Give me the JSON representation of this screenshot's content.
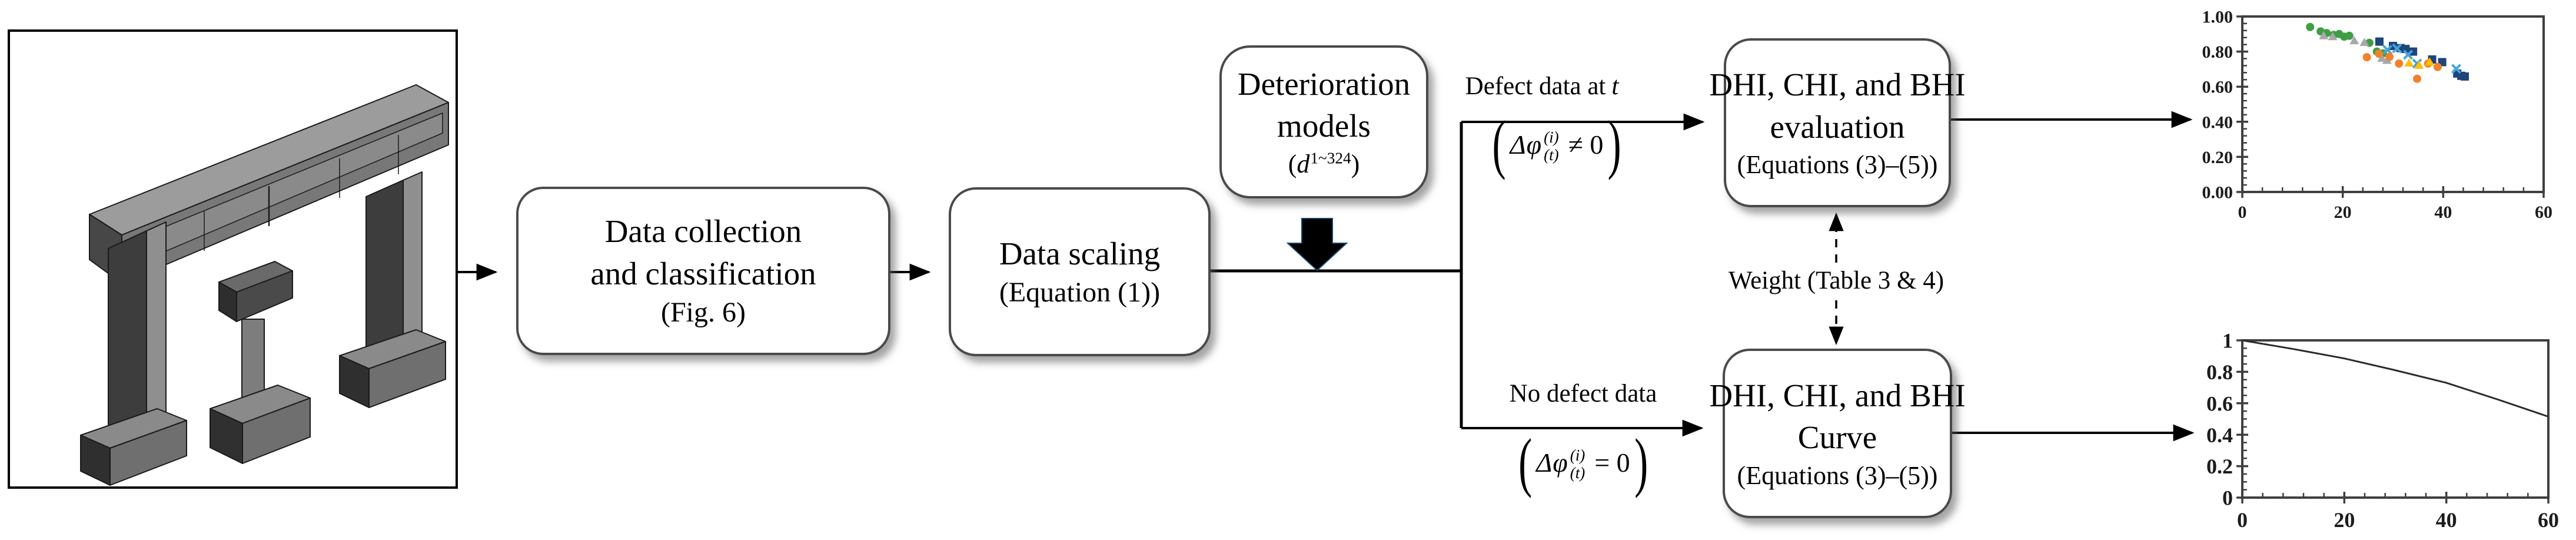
{
  "boxes": {
    "data_collection": {
      "line1": "Data collection",
      "line2": "and classification",
      "line3": "(Fig.  6)"
    },
    "data_scaling": {
      "line1": "Data scaling",
      "line2": "(Equation  (1))"
    },
    "deterioration": {
      "line1": "Deterioration",
      "line2": "models",
      "formula": {
        "open": "(",
        "base": "d",
        "sup": "1~324",
        "close": ")"
      }
    },
    "dhi_evaluation": {
      "line1": "DHI, CHI, and BHI",
      "line2": "evaluation",
      "line3": "(Equations  (3)–(5))"
    },
    "dhi_curve": {
      "line1": "DHI, CHI, and BHI",
      "line2": "Curve",
      "line3": "(Equations  (3)–(5))"
    }
  },
  "edge_labels": {
    "defect_prefix": "Defect data at",
    "defect_var": "t",
    "no_defect": "No defect data",
    "weight": "Weight (Table 3 & 4)",
    "formula_defect": {
      "open": "(",
      "sym": "Δφ",
      "sup": "(i)",
      "sub": "(t)",
      "rhs": "≠ 0",
      "close": ")"
    },
    "formula_no_defect": {
      "open": "(",
      "sym": "Δφ",
      "sup": "(i)",
      "sub": "(t)",
      "rhs": "= 0",
      "close": ")"
    }
  },
  "chart_data": [
    {
      "type": "scatter",
      "title": "",
      "xlabel": "",
      "ylabel": "",
      "xlim": [
        0,
        60
      ],
      "ylim": [
        0,
        1
      ],
      "x_ticks": [
        0,
        20,
        40,
        60
      ],
      "x_tick_labels": [
        "0",
        "20",
        "40",
        "60"
      ],
      "y_ticks": [
        0,
        0.2,
        0.4,
        0.6,
        0.8,
        1
      ],
      "y_tick_labels": [
        "0.00",
        "0.20",
        "0.40",
        "0.60",
        "0.80",
        "1.00"
      ],
      "x_minor_step": 4,
      "y_minor_step": 0.04,
      "grid": false,
      "legend": "none",
      "series": [
        {
          "name": "green-circles",
          "marker": "circle",
          "color": "#3f9e44",
          "points": [
            [
              13.5,
              0.94
            ],
            [
              15.6,
              0.915
            ],
            [
              16.8,
              0.905
            ],
            [
              18.2,
              0.895
            ],
            [
              19.3,
              0.9
            ],
            [
              20.3,
              0.885
            ],
            [
              21.3,
              0.89
            ],
            [
              25.3,
              0.85
            ],
            [
              26.8,
              0.8
            ],
            [
              28.0,
              0.79
            ]
          ]
        },
        {
          "name": "gray-triangles",
          "marker": "triangle",
          "color": "#a8a8a8",
          "points": [
            [
              16.2,
              0.89
            ],
            [
              18.0,
              0.885
            ],
            [
              22.3,
              0.862
            ],
            [
              24.3,
              0.852
            ],
            [
              27.8,
              0.762
            ],
            [
              28.8,
              0.75
            ]
          ]
        },
        {
          "name": "navy-squares",
          "marker": "square",
          "color": "#1f4579",
          "points": [
            [
              27.3,
              0.857
            ],
            [
              30.0,
              0.832
            ],
            [
              31.5,
              0.82
            ],
            [
              32.5,
              0.815
            ],
            [
              34.0,
              0.8
            ],
            [
              37.8,
              0.755
            ],
            [
              39.8,
              0.74
            ],
            [
              42.8,
              0.675
            ],
            [
              43.6,
              0.662
            ],
            [
              44.3,
              0.658
            ]
          ]
        },
        {
          "name": "lightblue-x",
          "marker": "x",
          "color": "#45a5dc",
          "points": [
            [
              28.9,
              0.81
            ],
            [
              30.8,
              0.818
            ],
            [
              33.0,
              0.782
            ],
            [
              34.8,
              0.732
            ],
            [
              42.6,
              0.702
            ]
          ]
        },
        {
          "name": "orange-circles",
          "marker": "circle",
          "color": "#f0822d",
          "points": [
            [
              24.8,
              0.768
            ],
            [
              27.2,
              0.788
            ],
            [
              29.3,
              0.77
            ],
            [
              31.2,
              0.732
            ],
            [
              34.8,
              0.645
            ],
            [
              37.0,
              0.732
            ],
            [
              38.9,
              0.712
            ]
          ]
        },
        {
          "name": "amber-triangles",
          "marker": "triangle",
          "color": "#ffc000",
          "points": [
            [
              33.2,
              0.735
            ],
            [
              35.2,
              0.722
            ],
            [
              37.3,
              0.74
            ]
          ]
        }
      ]
    },
    {
      "type": "line",
      "title": "",
      "xlabel": "",
      "ylabel": "",
      "xlim": [
        0,
        60
      ],
      "ylim": [
        0,
        1
      ],
      "x_ticks": [
        0,
        20,
        40,
        60
      ],
      "x_tick_labels": [
        "0",
        "20",
        "40",
        "60"
      ],
      "y_ticks": [
        0,
        0.2,
        0.4,
        0.6,
        0.8,
        1
      ],
      "y_tick_labels": [
        "0",
        "0.2",
        "0.4",
        "0.6",
        "0.8",
        "1"
      ],
      "x_minor_step": 4,
      "y_minor_step": 0.05,
      "grid": false,
      "legend": "none",
      "color": "#2b2b2b",
      "x": [
        0,
        10,
        20,
        30,
        40,
        50,
        60
      ],
      "y": [
        1.0,
        0.945,
        0.885,
        0.81,
        0.73,
        0.625,
        0.515
      ]
    }
  ]
}
